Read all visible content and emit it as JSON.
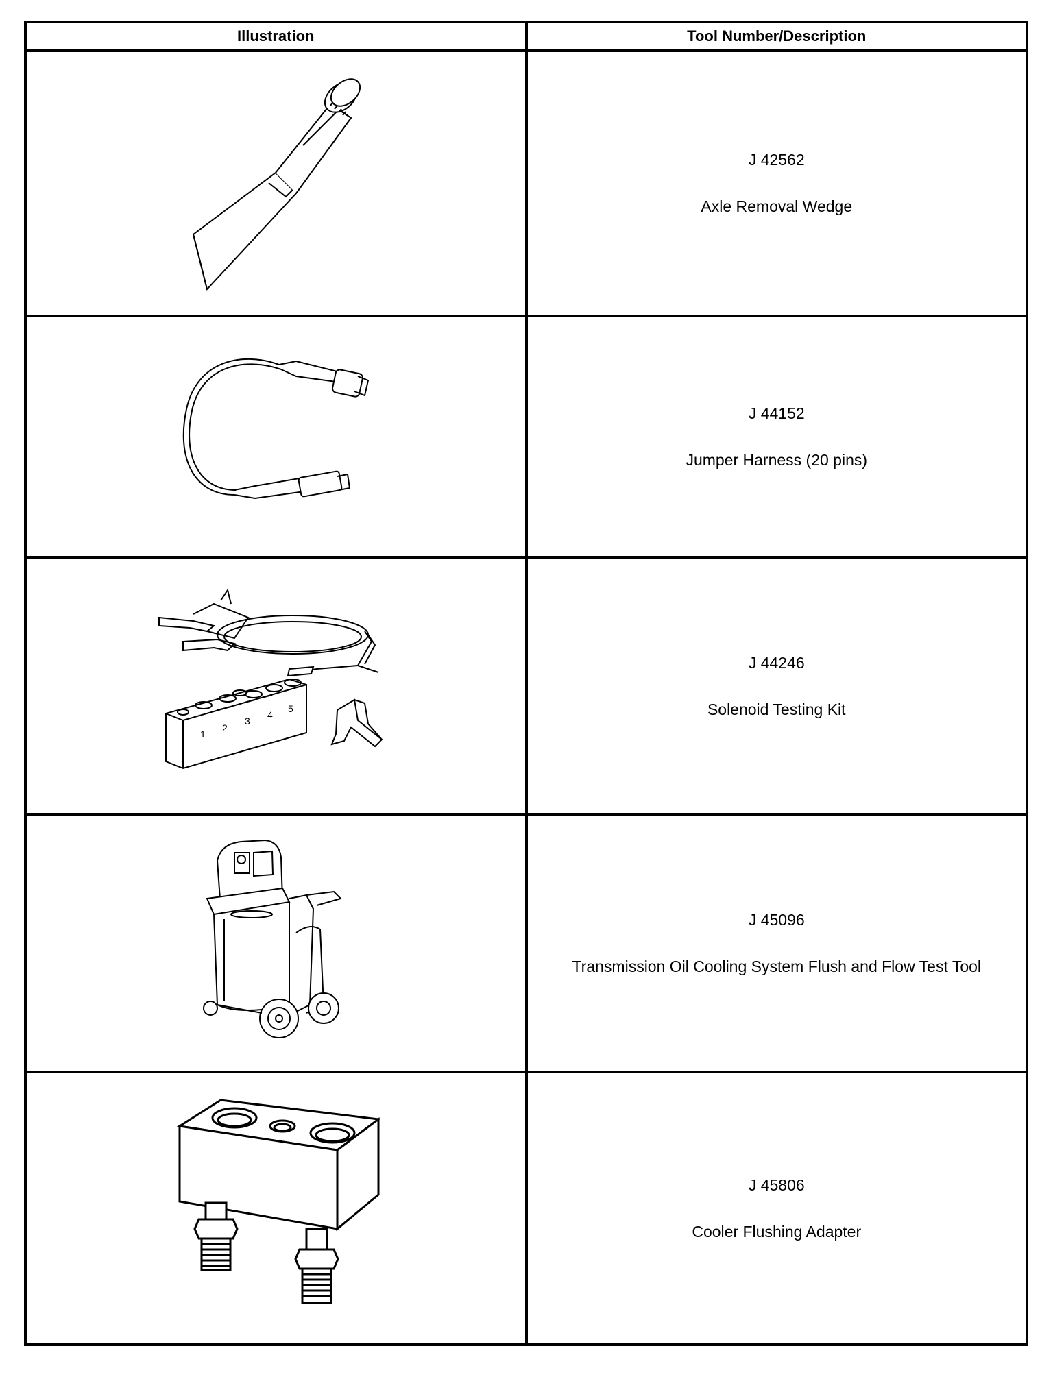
{
  "table": {
    "headers": {
      "illustration": "Illustration",
      "tool": "Tool Number/Description"
    },
    "rows": [
      {
        "tool_number": "J 42562",
        "description": "Axle Removal Wedge",
        "icon": "axle-removal-wedge-icon"
      },
      {
        "tool_number": "J 44152",
        "description": "Jumper Harness (20 pins)",
        "icon": "jumper-harness-icon"
      },
      {
        "tool_number": "J 44246",
        "description": "Solenoid Testing Kit",
        "icon": "solenoid-testing-kit-icon",
        "block_labels": [
          "1",
          "2",
          "3",
          "4",
          "5"
        ]
      },
      {
        "tool_number": "J 45096",
        "description": "Transmission Oil Cooling System Flush and Flow Test Tool",
        "icon": "flush-flow-test-tool-icon"
      },
      {
        "tool_number": "J 45806",
        "description": "Cooler Flushing Adapter",
        "icon": "cooler-flushing-adapter-icon"
      }
    ]
  }
}
